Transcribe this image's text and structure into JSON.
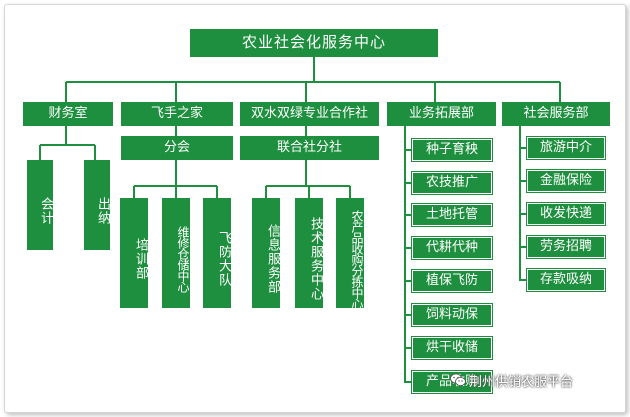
{
  "colors": {
    "box": "#1e8f3e",
    "line": "#1e8f3e",
    "text": "#ffffff"
  },
  "root": "农业社会化服务中心",
  "branches": {
    "finance": "财务室",
    "feishou": "飞手之家",
    "coop": "双水双绿专业合作社",
    "business": "业务拓展部",
    "social": "社会服务部"
  },
  "finance_children": [
    "会计",
    "出纳"
  ],
  "feishou_sub": "分会",
  "feishou_children": [
    "培训部",
    "维修仓储中心",
    "飞防大队"
  ],
  "coop_sub": "联合社分社",
  "coop_children": [
    "信息服务部",
    "技术服务中心",
    "农产品收购分拣中心"
  ],
  "business_items": [
    "种子育秧",
    "农技推广",
    "土地托管",
    "代耕代种",
    "植保飞防",
    "饲料动保",
    "烘干收储",
    "产品收购"
  ],
  "social_items": [
    "旅游中介",
    "金融保险",
    "收发快递",
    "劳务招聘",
    "存款吸纳"
  ],
  "watermark": {
    "icon": "wechat-icon",
    "text": "荆州供销农服平台"
  }
}
